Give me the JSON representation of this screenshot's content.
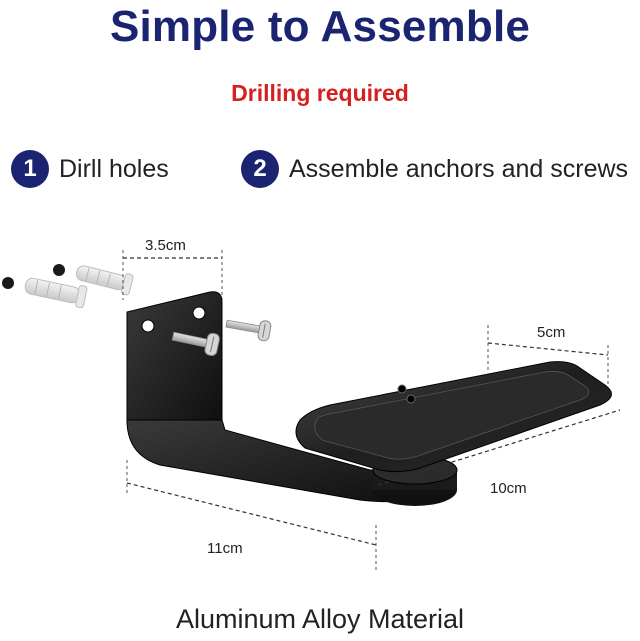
{
  "header": {
    "title": "Simple to Assemble",
    "subtitle": "Drilling required"
  },
  "steps": [
    {
      "number": "1",
      "label": "Dirll holes"
    },
    {
      "number": "2",
      "label": "Assemble anchors and screws"
    }
  ],
  "dimensions": {
    "bracket_width": "3.5cm",
    "plate_width": "5cm",
    "plate_length": "10cm",
    "total_length": "11cm"
  },
  "footer": {
    "material": "Aluminum Alloy Material"
  },
  "colors": {
    "title": "#1b2470",
    "subtitle": "#d61f1f",
    "step_badge": "#1b2470",
    "product": "#1a1a1a"
  }
}
